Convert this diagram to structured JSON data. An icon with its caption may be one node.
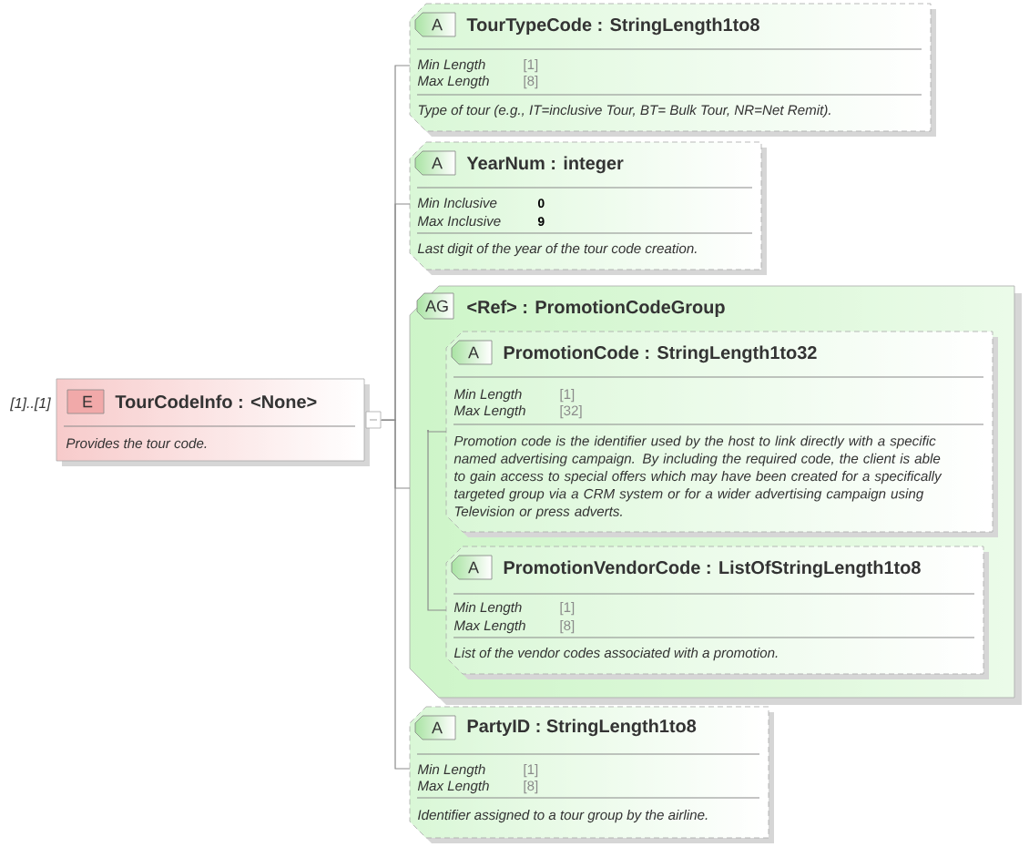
{
  "diagram": {
    "nodes": [
      {
        "text": [
          "E",
          "TourCodeInfo : <None>",
          "Provides the tour code."
        ],
        "beside": [
          "[1]..[1]"
        ]
      },
      {
        "text": [
          "A",
          "TourTypeCode : StringLength1to8",
          "Min Length",
          "[1]",
          "Max Length",
          "[8]",
          "Type of tour (e.g., IT=inclusive Tour, BT= Bulk Tour, NR=Net Remit)."
        ]
      },
      {
        "text": [
          "A",
          "YearNum : integer",
          "Min Inclusive",
          "0",
          "Max Inclusive",
          "9",
          "Last digit of the year of the tour code creation."
        ]
      },
      {
        "text": [
          "AG",
          "<Ref> : PromotionCodeGroup"
        ]
      },
      {
        "text": [
          "A",
          "PromotionCode : StringLength1to32",
          "Min Length",
          "[1]",
          "Max Length",
          "[32]",
          "Promotion code is the identifier used by the host to link directly with a specific named advertising campaign. By including the required code, the client is able to gain access to special offers which may have been created for a specifically targeted group via a CRM system or for a wider advertising campaign using Television or press adverts."
        ],
        "in": 3
      },
      {
        "text": [
          "A",
          "PromotionVendorCode : ListOfStringLength1to8",
          "Min Length",
          "[1]",
          "Max Length",
          "[8]",
          "List of the vendor codes associated with a promotion."
        ],
        "in": 3
      },
      {
        "text": [
          "A",
          "PartyID : StringLength1to8",
          "Min Length",
          "[1]",
          "Max Length",
          "[8]",
          "Identifier assigned to a tour group by the airline."
        ]
      }
    ],
    "edges": [
      {
        "from": 0,
        "to": 1,
        "arrow": "none"
      },
      {
        "from": 0,
        "to": 2,
        "arrow": "none"
      },
      {
        "from": 0,
        "to": 3,
        "arrow": "none"
      },
      {
        "from": 0,
        "to": 6,
        "arrow": "none"
      },
      {
        "from": 3,
        "to": 4,
        "arrow": "none"
      },
      {
        "from": 3,
        "to": 5,
        "arrow": "none"
      }
    ]
  }
}
